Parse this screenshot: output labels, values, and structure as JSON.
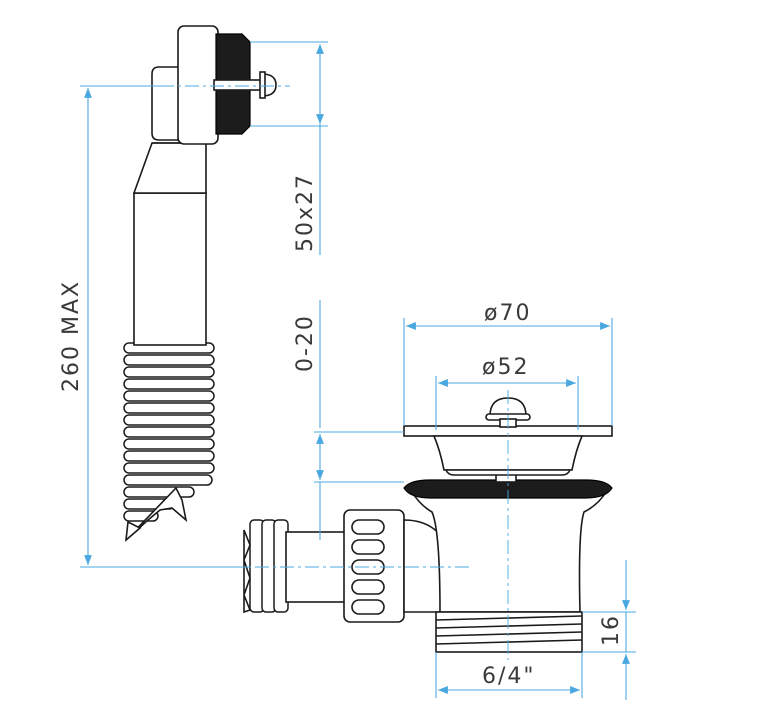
{
  "dimensions": {
    "total_height": "260 MAX",
    "overflow_pipe": "50x27",
    "adjust_range": "0-20",
    "flange_diameter": "ø70",
    "strainer_diameter": "ø52",
    "thread_size": "6/4\"",
    "thread_height": "16"
  },
  "colors": {
    "dimension_lines": "#4aa8e0",
    "outline": "#1a1a1a",
    "dark_parts": "#1c1c1c"
  }
}
